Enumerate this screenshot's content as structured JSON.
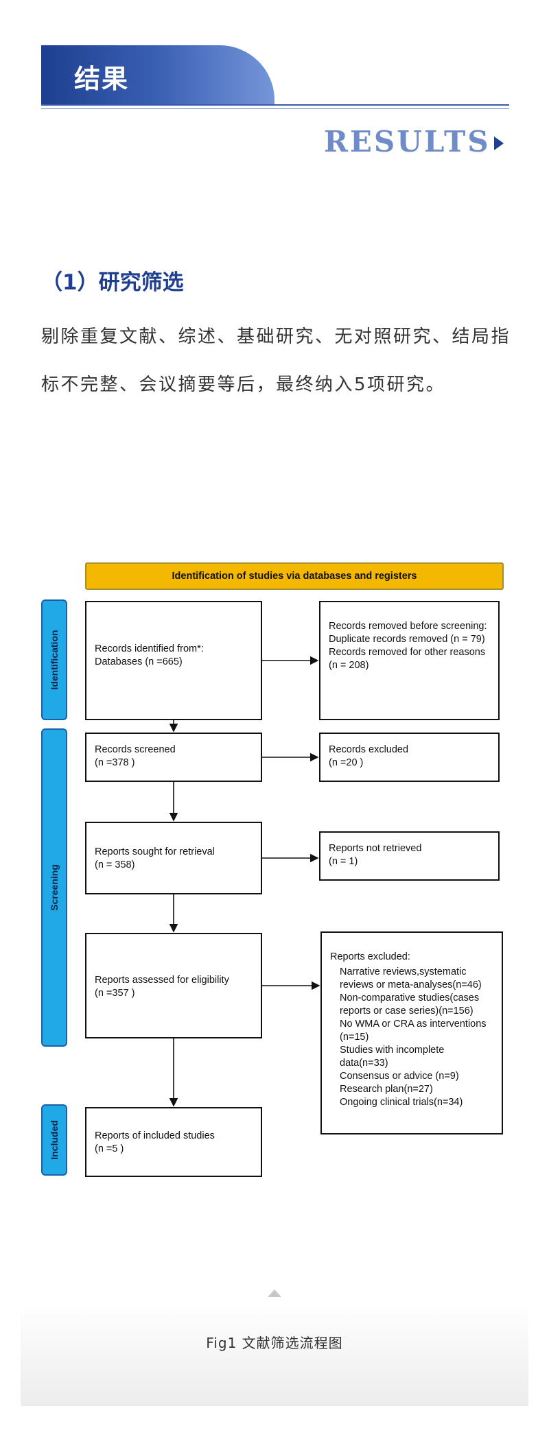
{
  "header": {
    "title": "结果",
    "subtitle_en": "RESULTS"
  },
  "section": {
    "title": "（1）研究筛选",
    "paragraph": "剔除重复文献、综述、基础研究、无对照研究、结局指标不完整、会议摘要等后，最终纳入5项研究。"
  },
  "flow": {
    "banner": "Identification of studies via databases and registers",
    "phases": [
      "Identification",
      "Screening",
      "Included"
    ],
    "records_identified": [
      "Records identified from*:",
      "Databases (n =665)"
    ],
    "records_removed": [
      "Records removed before screening:",
      "Duplicate records removed  (n = 79)",
      "Records removed for other reasons (n = 208)"
    ],
    "records_screened": [
      "Records screened",
      "(n =378 )"
    ],
    "records_excluded": [
      "Records excluded",
      "(n =20 )"
    ],
    "reports_sought": [
      "Reports sought for retrieval",
      "(n = 358)"
    ],
    "reports_not_retrieved": [
      "Reports not retrieved",
      "(n = 1)"
    ],
    "reports_assessed": [
      "Reports assessed for eligibility",
      "(n =357 )"
    ],
    "reports_excluded_title": "Reports excluded:",
    "reports_excluded_items": [
      "Narrative reviews,systematic reviews or meta-analyses(n=46)",
      "Non-comparative studies(cases reports or case series)(n=156)",
      "No WMA or CRA as interventions (n=15)",
      "Studies with incomplete data(n=33)",
      "Consensus or advice (n=9)",
      "Research plan(n=27)",
      "Ongoing clinical trials(n=34)"
    ],
    "included": [
      "Reports of included studies",
      "(n =5 )"
    ]
  },
  "caption": "Fig1 文献筛选流程图",
  "colors": {
    "accent": "#1e3f8f",
    "banner": "#f5b800",
    "phase": "#20a9e6"
  }
}
